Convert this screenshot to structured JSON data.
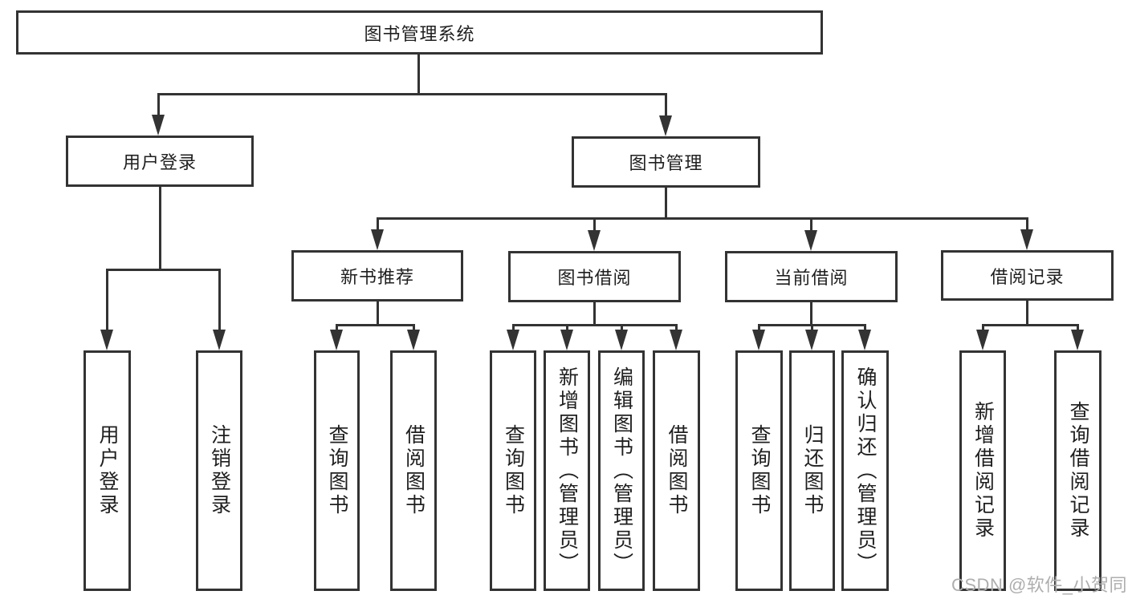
{
  "diagram": {
    "title": "图书管理系统",
    "tree": {
      "root": "图书管理系统",
      "branches": [
        {
          "label": "用户登录",
          "children": [
            "用户登录",
            "注销登录"
          ]
        },
        {
          "label": "图书管理",
          "children": [
            {
              "label": "新书推荐",
              "children": [
                "查询图书",
                "借阅图书"
              ]
            },
            {
              "label": "图书借阅",
              "children": [
                "查询图书",
                "新增图书（管理员）",
                "编辑图书（管理员）",
                "借阅图书"
              ]
            },
            {
              "label": "当前借阅",
              "children": [
                "查询图书",
                "归还图书",
                "确认归还（管理员）"
              ]
            },
            {
              "label": "借阅记录",
              "children": [
                "新增借阅记录",
                "查询借阅记录"
              ]
            }
          ]
        }
      ]
    }
  },
  "watermark": {
    "text": "CSDN @软件_小贺同学"
  },
  "colors": {
    "line": "#333333",
    "box_border": "#333333",
    "text": "#1f1f1f",
    "background": "#ffffff",
    "watermark": "#aeaeae"
  }
}
